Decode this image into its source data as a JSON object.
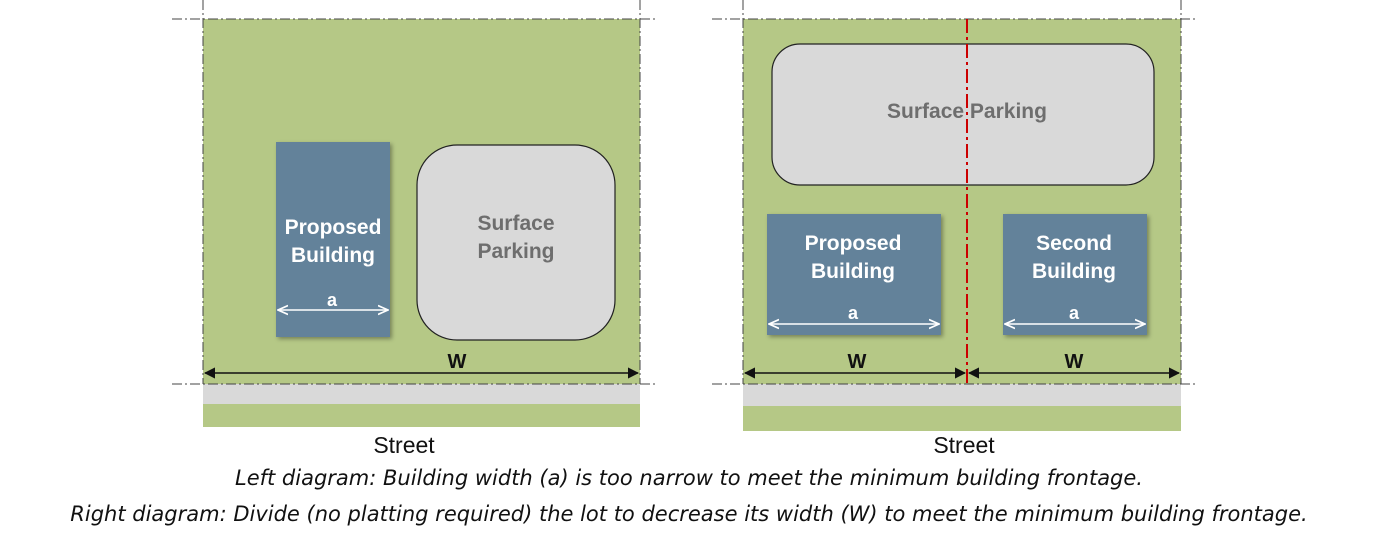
{
  "left_diagram": {
    "building": {
      "line1": "Proposed",
      "line2": "Building",
      "dim": "a"
    },
    "parking": {
      "line1": "Surface",
      "line2": "Parking"
    },
    "lot_width": "W",
    "street": "Street"
  },
  "right_diagram": {
    "parking": {
      "label": "Surface Parking"
    },
    "building_1": {
      "line1": "Proposed",
      "line2": "Building",
      "dim": "a"
    },
    "building_2": {
      "line1": "Second",
      "line2": "Building",
      "dim": "a"
    },
    "lot_width_1": "W",
    "lot_width_2": "W",
    "street": "Street"
  },
  "captions": {
    "line1": "Left diagram: Building width (a) is too narrow to meet the minimum building frontage.",
    "line2": "Right diagram: Divide (no platting required) the lot to decrease its width (W) to meet the minimum building frontage."
  },
  "colors": {
    "lot": "#b5c886",
    "building": "#64829a",
    "parking": "#d9d9d9",
    "street": "#d9d9d9",
    "divide_line": "#cc0000"
  }
}
